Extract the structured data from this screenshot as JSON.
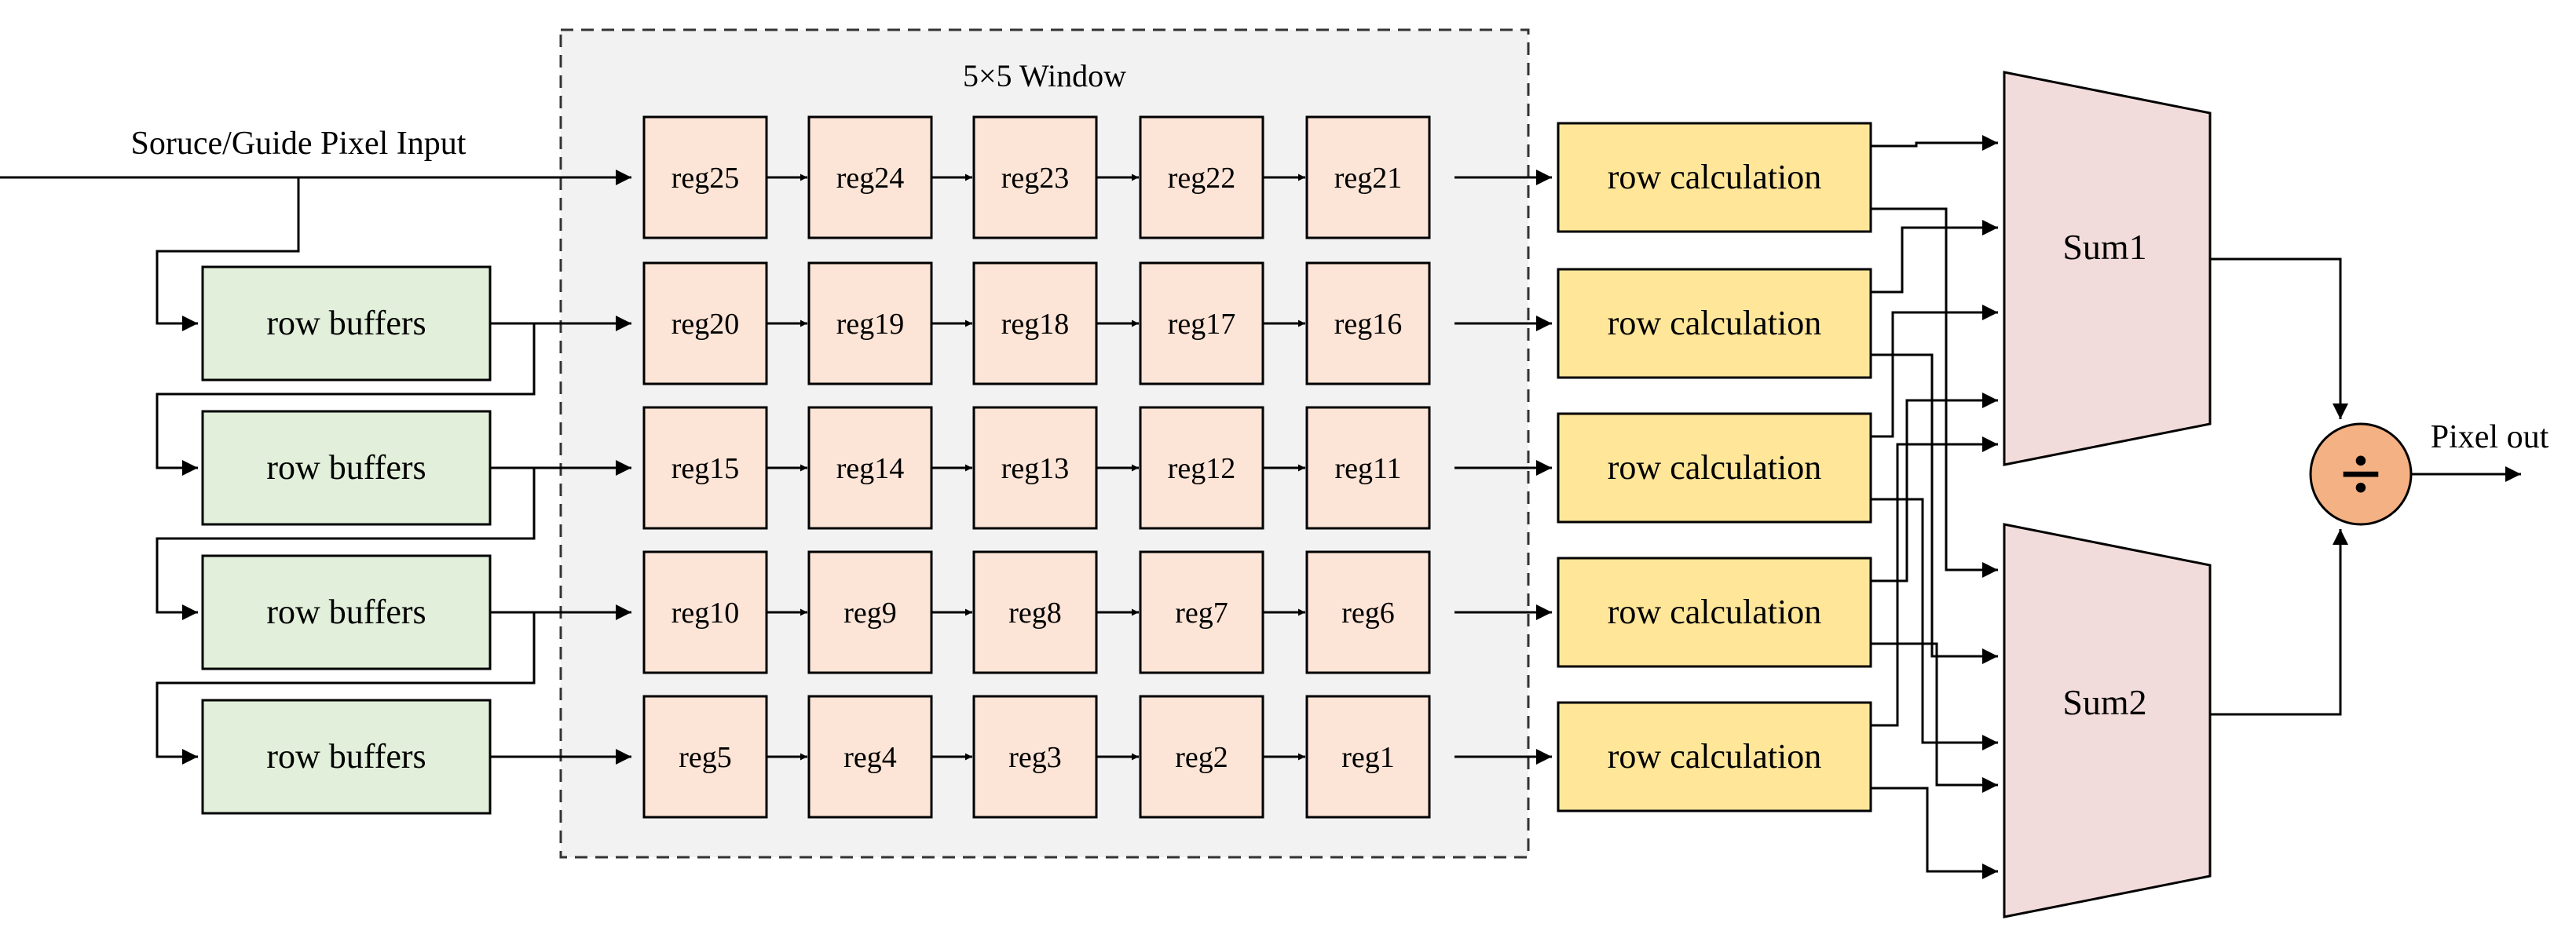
{
  "window": {
    "title": "5×5 Window"
  },
  "input": {
    "label": "Soruce/Guide Pixel Input"
  },
  "row_buffers": [
    "row buffers",
    "row buffers",
    "row buffers",
    "row buffers"
  ],
  "registers": [
    [
      "reg25",
      "reg24",
      "reg23",
      "reg22",
      "reg21"
    ],
    [
      "reg20",
      "reg19",
      "reg18",
      "reg17",
      "reg16"
    ],
    [
      "reg15",
      "reg14",
      "reg13",
      "reg12",
      "reg11"
    ],
    [
      "reg10",
      "reg9",
      "reg8",
      "reg7",
      "reg6"
    ],
    [
      "reg5",
      "reg4",
      "reg3",
      "reg2",
      "reg1"
    ]
  ],
  "row_calcs": [
    "row calculation",
    "row calculation",
    "row calculation",
    "row calculation",
    "row calculation"
  ],
  "sums": [
    "Sum1",
    "Sum2"
  ],
  "divider": {
    "symbol": "÷"
  },
  "output": {
    "label": "Pixel out"
  },
  "colors": {
    "register_fill": "#fce4d6",
    "buffer_fill": "#e2efda",
    "calc_fill": "#ffe699",
    "sum_fill": "#f2dcdb",
    "divider_fill": "#f4b183",
    "window_fill": "#f2f2f2",
    "line": "#000000"
  }
}
